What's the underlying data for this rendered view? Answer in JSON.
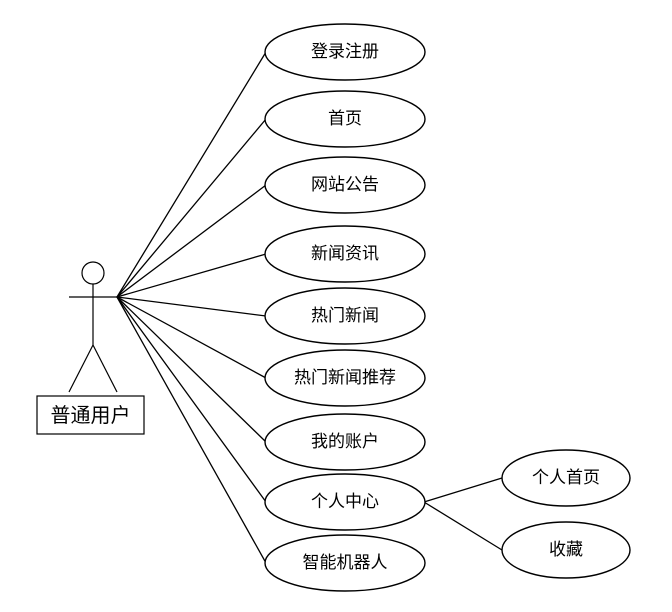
{
  "actor": {
    "name": "普通用户"
  },
  "use_cases": [
    {
      "id": "uc-login",
      "label": "登录注册"
    },
    {
      "id": "uc-home",
      "label": "首页"
    },
    {
      "id": "uc-announcement",
      "label": "网站公告"
    },
    {
      "id": "uc-news",
      "label": "新闻资讯"
    },
    {
      "id": "uc-hot-news",
      "label": "热门新闻"
    },
    {
      "id": "uc-hot-news-recommend",
      "label": "热门新闻推荐"
    },
    {
      "id": "uc-my-account",
      "label": "我的账户"
    },
    {
      "id": "uc-personal-center",
      "label": "个人中心"
    },
    {
      "id": "uc-chatbot",
      "label": "智能机器人"
    }
  ],
  "sub_use_cases": [
    {
      "id": "uc-personal-home",
      "label": "个人首页",
      "parent": "uc-personal-center"
    },
    {
      "id": "uc-favorites",
      "label": "收藏",
      "parent": "uc-personal-center"
    }
  ]
}
